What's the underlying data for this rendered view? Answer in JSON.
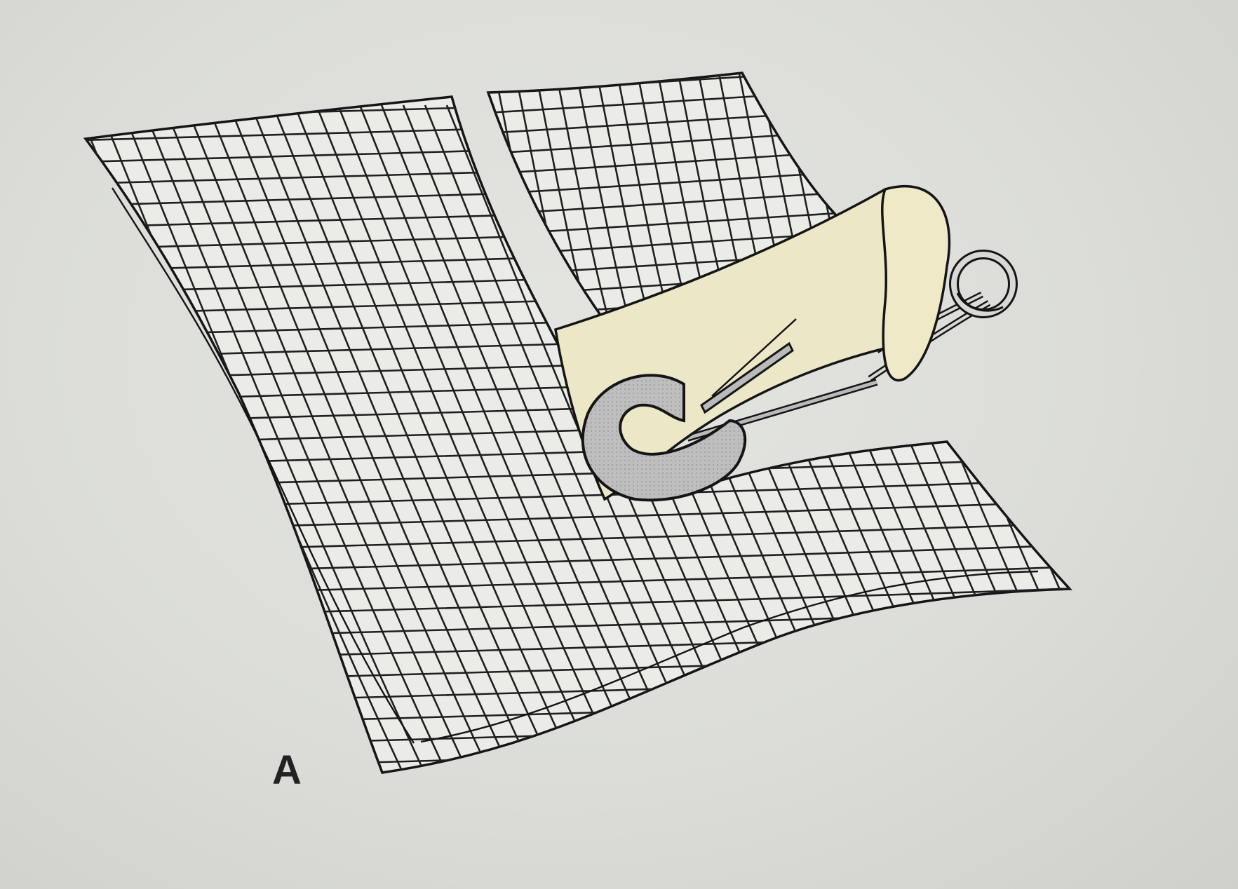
{
  "figure": {
    "label": "A",
    "items": [
      "gridded-fabric-sheet",
      "fabric-flap",
      "safety-pin"
    ],
    "colors": {
      "background": "#dcddd9",
      "sheet": "#ebebe8",
      "grid_line": "#1f1f1f",
      "flap_fill": "#ece7c6",
      "pin_head_fill": "#b9bab9"
    }
  }
}
